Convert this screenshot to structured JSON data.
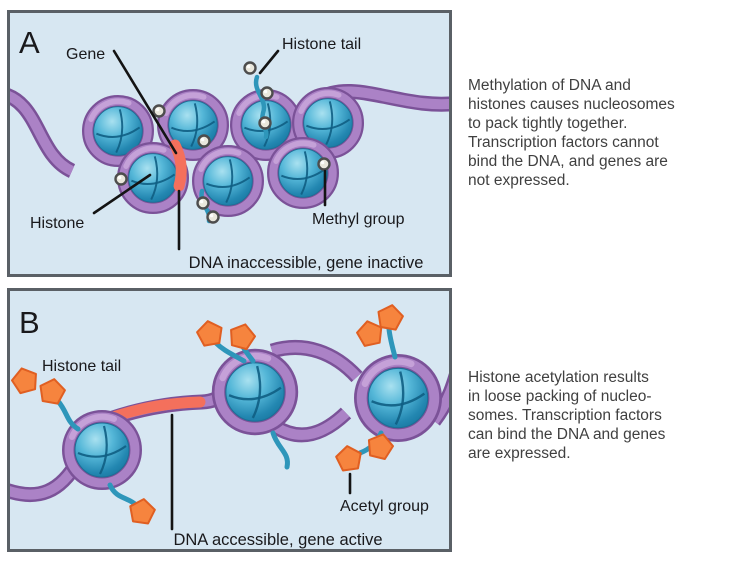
{
  "panel_a": {
    "letter": "A",
    "labels": {
      "gene": "Gene",
      "histone_tail": "Histone tail",
      "histone": "Histone",
      "methyl_group": "Methyl group",
      "caption": "DNA inaccessible, gene inactive"
    },
    "description": "Methylation of DNA and\nhistones causes nucleosomes\nto pack tightly together.\nTranscription factors cannot\nbind the DNA, and genes are\nnot expressed."
  },
  "panel_b": {
    "letter": "B",
    "labels": {
      "histone_tail": "Histone tail",
      "acetyl_group": "Acetyl group",
      "caption": "DNA accessible, gene active"
    },
    "description": "Histone acetylation results\nin loose packing of nucleo-\nsomes. Transcription factors\ncan bind the DNA and genes\nare expressed."
  },
  "colors": {
    "panel_background": "#d7e7f2",
    "panel_border": "#5a6066",
    "dna_strand": "#ab82c6",
    "dna_strand_dark": "#7b5298",
    "nucleosome_blue": "#3fa9cf",
    "active_gene_red": "#f4705c",
    "histone_tail_teal": "#2e96ba",
    "acetyl_orange": "#f6843e",
    "methyl_gray": "#e9e7dc",
    "label_text": "#19191c",
    "side_text": "#404040"
  }
}
